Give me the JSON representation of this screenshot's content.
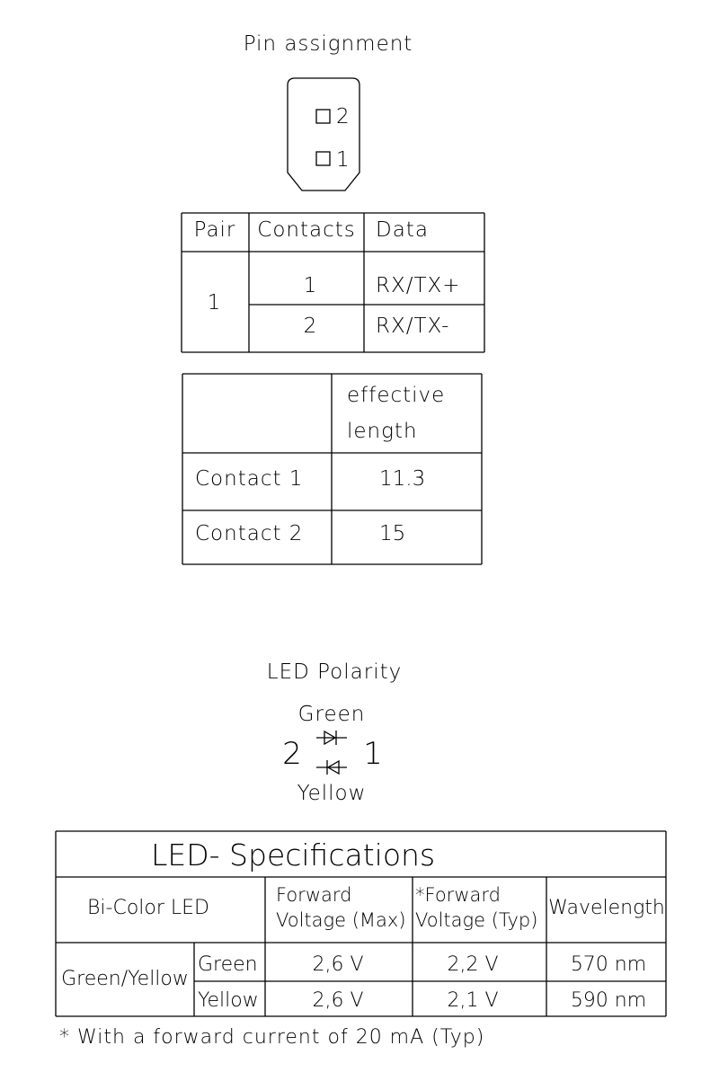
{
  "pin_assignment": {
    "title": "Pin assignment",
    "pins": [
      "2",
      "1"
    ],
    "table": {
      "headers": [
        "Pair",
        "Contacts",
        "Data"
      ],
      "pair": "1",
      "rows": [
        {
          "contact": "1",
          "data": "RX/TX+"
        },
        {
          "contact": "2",
          "data": "RX/TX-"
        }
      ]
    }
  },
  "effective_length": {
    "header_line1": "effective",
    "header_line2": "length",
    "rows": [
      {
        "label": "Contact 1",
        "value": "11.3"
      },
      {
        "label": "Contact 2",
        "value": "15"
      }
    ]
  },
  "led_polarity": {
    "title": "LED Polarity",
    "top_label": "Green",
    "bottom_label": "Yellow",
    "left_pin": "2",
    "right_pin": "1"
  },
  "led_specs": {
    "title": "LED- Specifications",
    "col_bicolor": "Bi-Color LED",
    "col_forward_max_1": "Forward",
    "col_forward_max_2": "Voltage (Max)",
    "col_forward_typ_1": "*Forward",
    "col_forward_typ_2": "Voltage (Typ)",
    "col_wavelength": "Wavelength",
    "group": "Green/Yellow",
    "rows": [
      {
        "color": "Green",
        "vmax": "2,6 V",
        "vtyp": "2,2 V",
        "wavelength": "570 nm"
      },
      {
        "color": "Yellow",
        "vmax": "2,6 V",
        "vtyp": "2,1 V",
        "wavelength": "590 nm"
      }
    ],
    "footnote": "* With a forward current of 20 mA (Typ)"
  }
}
